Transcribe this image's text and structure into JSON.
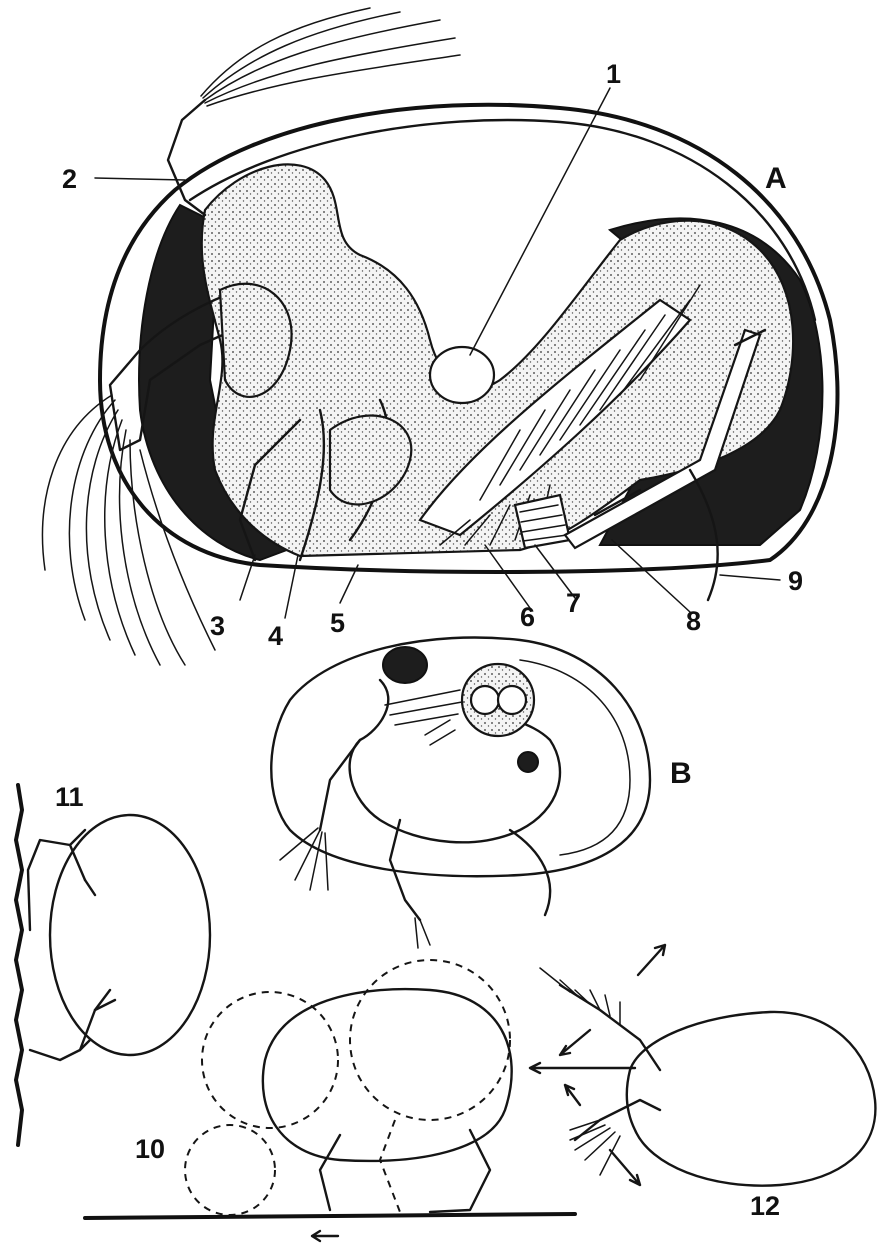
{
  "figure": {
    "panel_a_letter": "A",
    "panel_b_letter": "B",
    "callouts": [
      "1",
      "2",
      "3",
      "4",
      "5",
      "6",
      "7",
      "8",
      "9",
      "10",
      "11",
      "12"
    ]
  }
}
